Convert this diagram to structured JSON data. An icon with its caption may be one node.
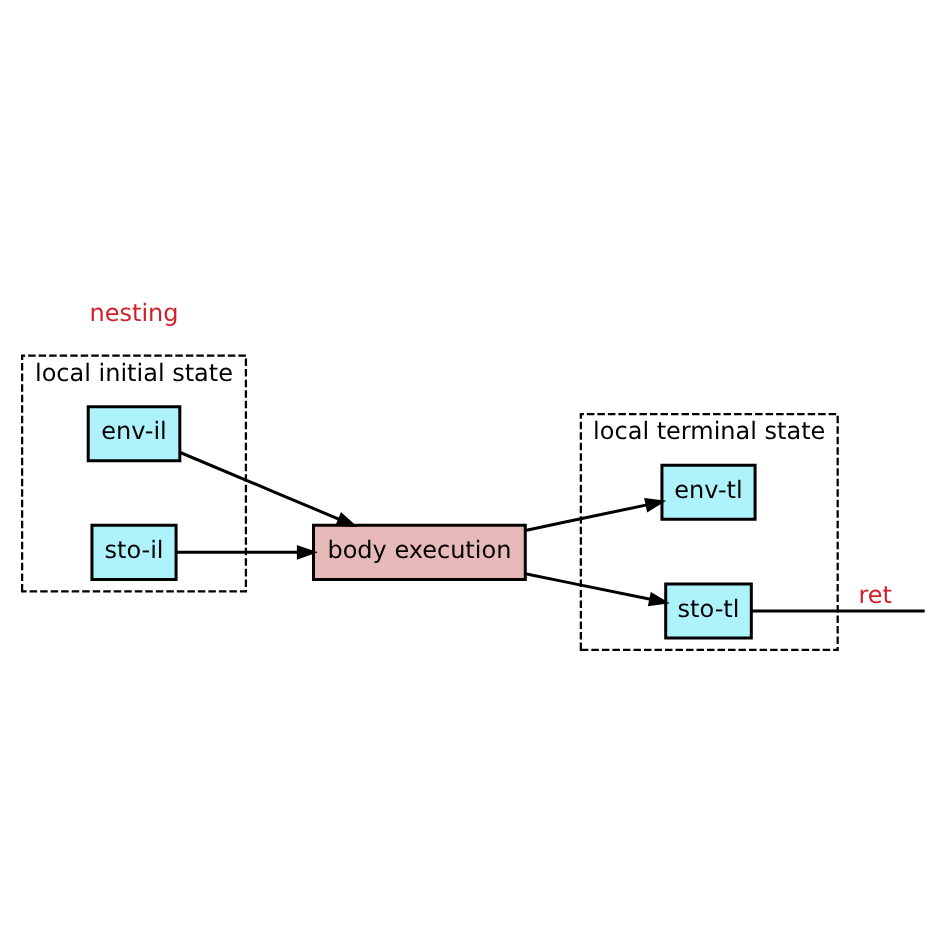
{
  "diagram": {
    "nodes": [
      {
        "text": [
          "local initial state"
        ]
      },
      {
        "text": [
          "env-il"
        ],
        "in": 0
      },
      {
        "text": [
          "sto-il"
        ],
        "in": 0
      },
      {
        "text": [
          "body execution"
        ]
      },
      {
        "text": [
          "local terminal state"
        ]
      },
      {
        "text": [
          "env-tl"
        ],
        "in": 4
      },
      {
        "text": [
          "sto-tl"
        ],
        "in": 4
      }
    ],
    "edges": [
      {
        "from": 1,
        "to": 3,
        "arrow": "to"
      },
      {
        "from": 2,
        "to": 3,
        "arrow": "to"
      },
      {
        "from": 3,
        "to": 5,
        "arrow": "to"
      },
      {
        "from": 3,
        "to": 6,
        "arrow": "to"
      },
      {
        "from": 6,
        "to": null,
        "arrow": "none",
        "label": "ret"
      }
    ],
    "labels": [
      "nesting"
    ]
  }
}
